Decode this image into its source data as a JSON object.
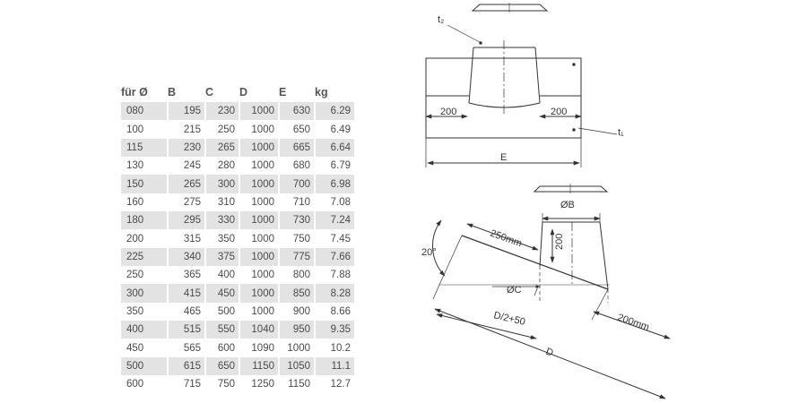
{
  "table": {
    "headers": [
      "für Ø",
      "B",
      "C",
      "D",
      "E",
      "kg"
    ],
    "rows": [
      [
        "080",
        "195",
        "230",
        "1000",
        "630",
        "6.29"
      ],
      [
        "100",
        "215",
        "250",
        "1000",
        "650",
        "6.49"
      ],
      [
        "115",
        "230",
        "265",
        "1000",
        "665",
        "6.64"
      ],
      [
        "130",
        "245",
        "280",
        "1000",
        "680",
        "6.79"
      ],
      [
        "150",
        "265",
        "300",
        "1000",
        "700",
        "6.98"
      ],
      [
        "160",
        "275",
        "310",
        "1000",
        "710",
        "7.08"
      ],
      [
        "180",
        "295",
        "330",
        "1000",
        "730",
        "7.24"
      ],
      [
        "200",
        "315",
        "350",
        "1000",
        "750",
        "7.45"
      ],
      [
        "225",
        "340",
        "375",
        "1000",
        "775",
        "7.66"
      ],
      [
        "250",
        "365",
        "400",
        "1000",
        "800",
        "7.88"
      ],
      [
        "300",
        "415",
        "450",
        "1000",
        "850",
        "8.28"
      ],
      [
        "350",
        "465",
        "500",
        "1000",
        "900",
        "8.66"
      ],
      [
        "400",
        "515",
        "550",
        "1040",
        "950",
        "9.35"
      ],
      [
        "450",
        "565",
        "600",
        "1090",
        "1000",
        "10.2"
      ],
      [
        "500",
        "615",
        "650",
        "1150",
        "1050",
        "11.1"
      ],
      [
        "600",
        "715",
        "750",
        "1250",
        "1150",
        "12.7"
      ]
    ]
  },
  "top_view": {
    "t2": "t₂",
    "t1": "t₁",
    "dim_left": "200",
    "dim_right": "200",
    "dim_e": "E"
  },
  "side_view": {
    "phi_b": "ØB",
    "dim_200_vertical": "200",
    "dim_250mm": "250mm",
    "angle": "20°",
    "phi_c": "ØC",
    "dim_d2_50": "D/2+50",
    "dim_200mm": "200mm",
    "dim_d": "D"
  }
}
